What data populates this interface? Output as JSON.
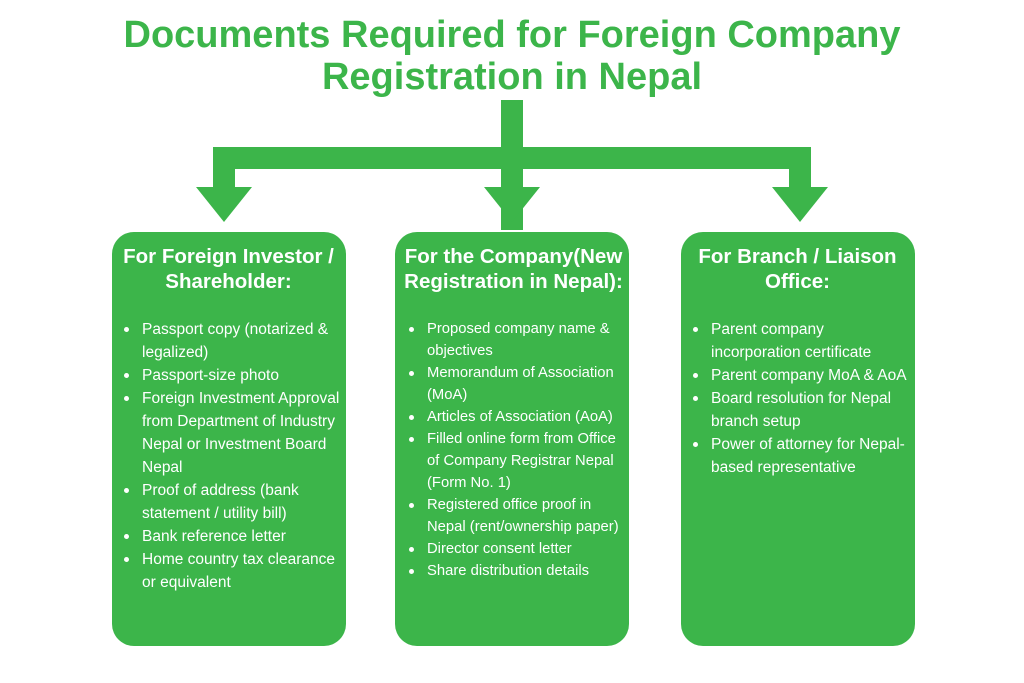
{
  "title": {
    "line1": "Documents Required for Foreign Company",
    "line2": "Registration in Nepal"
  },
  "colors": {
    "accent": "#3cb54a",
    "card_text": "#ffffff",
    "background": "#ffffff"
  },
  "cards": [
    {
      "title_line1": "For Foreign Investor /",
      "title_line2": "Shareholder:",
      "items": [
        "Passport copy (notarized & legalized)",
        "Passport-size photo",
        "Foreign Investment Approval from Department of Industry Nepal or Investment Board Nepal",
        "Proof of address (bank statement / utility bill)",
        "Bank reference letter",
        "Home country tax clearance or equivalent"
      ]
    },
    {
      "title_line1": "For the Company(New",
      "title_line2": "Registration in Nepal):",
      "items": [
        "Proposed company name & objectives",
        "Memorandum of Association (MoA)",
        "Articles of Association (AoA)",
        "Filled online form from Office of Company Registrar Nepal (Form No. 1)",
        "Registered office proof in Nepal (rent/ownership paper)",
        "Director consent letter",
        "Share distribution details"
      ]
    },
    {
      "title_line1": "For Branch / Liaison",
      "title_line2": "Office:",
      "items": [
        "Parent company incorporation certificate",
        "Parent company MoA & AoA",
        "Board resolution for Nepal branch setup",
        "Power of attorney for Nepal-based representative"
      ]
    }
  ]
}
